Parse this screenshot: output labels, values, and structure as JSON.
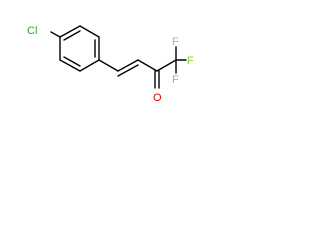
{
  "molecule": {
    "atoms": {
      "chlorine": "Cl",
      "oxygen": "O",
      "fluorine_top": "F",
      "fluorine_right": "F",
      "fluorine_bottom": "F"
    }
  },
  "colors": {
    "bond": "#000000",
    "chlorine": "#1fb31f",
    "oxygen": "#e00000",
    "fluorine": "#8fd13b",
    "background": "#ffffff"
  }
}
